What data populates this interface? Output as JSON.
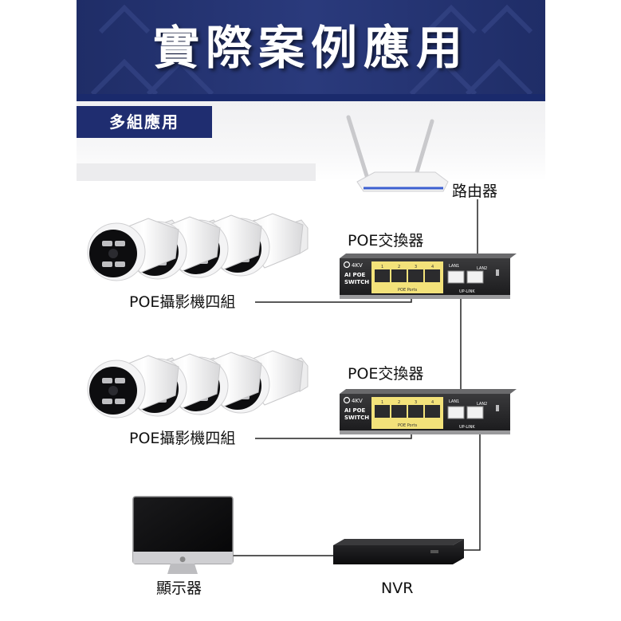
{
  "title": "實際案例應用",
  "section_label": "多組應用",
  "labels": {
    "router": "路由器",
    "switch_top": "POE交換器",
    "switch_bottom": "POE交換器",
    "cameras_top": "POE攝影機四組",
    "cameras_bottom": "POE攝影機四組",
    "monitor": "顯示器",
    "nvr": "NVR"
  },
  "switch_panel": {
    "brand": "4KV",
    "model_line1": "AI POE",
    "model_line2": "SWITCH",
    "port_numbers": [
      "1",
      "2",
      "3",
      "4"
    ],
    "poe_ports_label": "POE Ports",
    "lan1": "LAN1",
    "lan2": "LAN2",
    "uplink_label": "UP-LINK"
  },
  "colors": {
    "banner": "#1f2d67",
    "section_tag": "#1f2d70",
    "poe_port_highlight": "#f3e27a",
    "wire": "#222222"
  }
}
